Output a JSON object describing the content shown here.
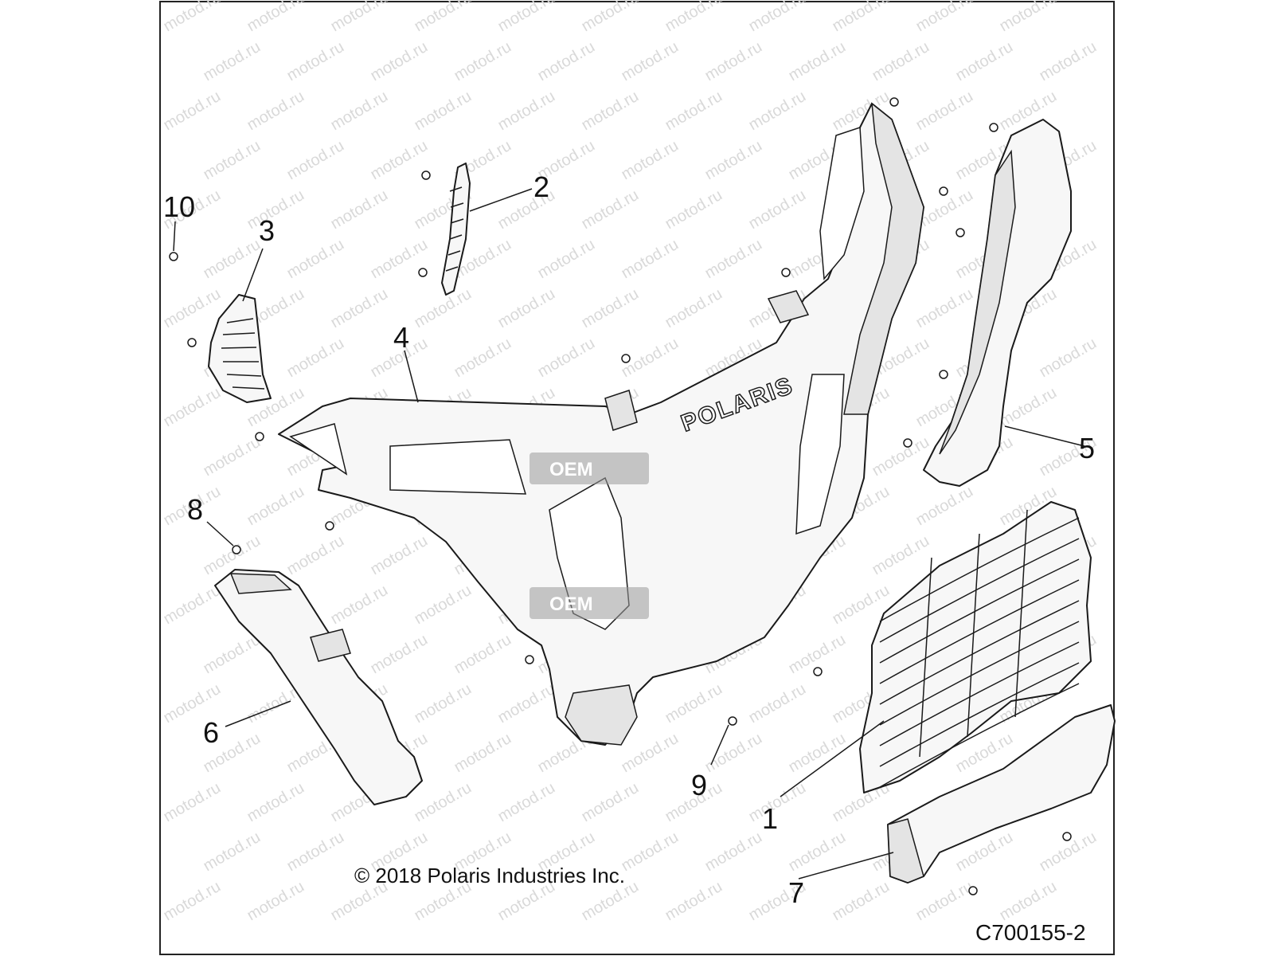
{
  "callouts": [
    "1",
    "2",
    "3",
    "4",
    "5",
    "6",
    "7",
    "8",
    "9",
    "10"
  ],
  "copyright": "© 2018 Polaris Industries Inc.",
  "figure_id": "C700155-2",
  "brand_logo": "POLARIS",
  "watermark": "motod.ru",
  "badge": "OEM"
}
